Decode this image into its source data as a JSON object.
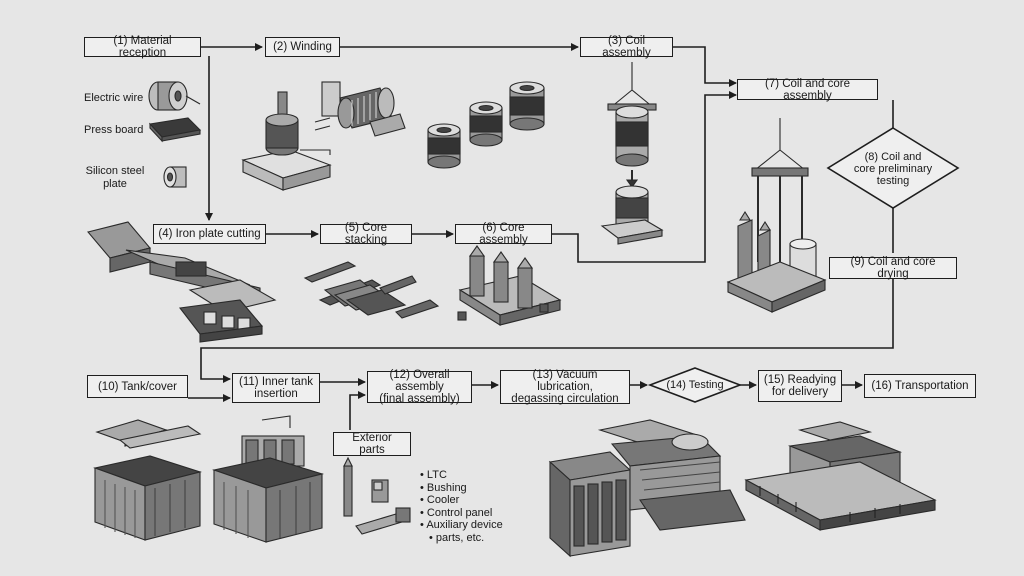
{
  "steps": {
    "s1": "(1) Material reception",
    "s2": "(2) Winding",
    "s3": "(3) Coil assembly",
    "s4": "(4) Iron plate cutting",
    "s5": "(5) Core stacking",
    "s6": "(6) Core assembly",
    "s7": "(7) Coil and core assembly",
    "s8_line1": "(8) Coil and",
    "s8_line2": "core preliminary",
    "s8_line3": "testing",
    "s9": "(9) Coil and core drying",
    "s10": "(10) Tank/cover",
    "s11_line1": "(11) Inner tank",
    "s11_line2": "insertion",
    "s12_line1": "(12) Overall assembly",
    "s12_line2": "(final assembly)",
    "s13_line1": "(13) Vacuum lubrication,",
    "s13_line2": "degassing circulation",
    "s14": "(14) Testing",
    "s15_line1": "(15) Readying",
    "s15_line2": "for delivery",
    "s16": "(16) Transportation"
  },
  "materials": {
    "electric_wire": "Electric wire",
    "press_board": "Press board",
    "silicon_line1": "Silicon steel",
    "silicon_line2": "plate"
  },
  "exterior": {
    "title": "Exterior parts",
    "items": [
      "LTC",
      "Bushing",
      "Cooler",
      "Control panel",
      "Auxiliary device",
      "parts, etc."
    ]
  }
}
